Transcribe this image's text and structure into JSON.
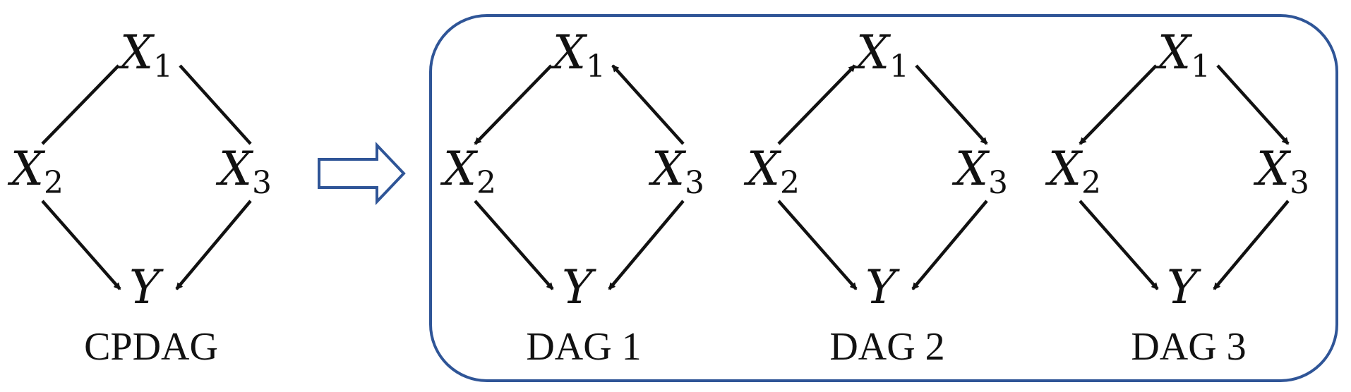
{
  "graphs": [
    {
      "caption": "CPDAG",
      "nodes": {
        "x1": {
          "base": "X",
          "sub": "1"
        },
        "x2": {
          "base": "X",
          "sub": "2"
        },
        "x3": {
          "base": "X",
          "sub": "3"
        },
        "y": {
          "base": "Y",
          "sub": ""
        }
      },
      "edges": [
        {
          "from": "x1",
          "to": "x2",
          "directed": false
        },
        {
          "from": "x1",
          "to": "x3",
          "directed": false
        },
        {
          "from": "x2",
          "to": "y",
          "directed": true
        },
        {
          "from": "x3",
          "to": "y",
          "directed": true
        }
      ]
    },
    {
      "caption": "DAG 1",
      "nodes": {
        "x1": {
          "base": "X",
          "sub": "1"
        },
        "x2": {
          "base": "X",
          "sub": "2"
        },
        "x3": {
          "base": "X",
          "sub": "3"
        },
        "y": {
          "base": "Y",
          "sub": ""
        }
      },
      "edges": [
        {
          "from": "x1",
          "to": "x2",
          "directed": true
        },
        {
          "from": "x3",
          "to": "x1",
          "directed": true
        },
        {
          "from": "x2",
          "to": "y",
          "directed": true
        },
        {
          "from": "x3",
          "to": "y",
          "directed": true
        }
      ]
    },
    {
      "caption": "DAG 2",
      "nodes": {
        "x1": {
          "base": "X",
          "sub": "1"
        },
        "x2": {
          "base": "X",
          "sub": "2"
        },
        "x3": {
          "base": "X",
          "sub": "3"
        },
        "y": {
          "base": "Y",
          "sub": ""
        }
      },
      "edges": [
        {
          "from": "x2",
          "to": "x1",
          "directed": true
        },
        {
          "from": "x1",
          "to": "x3",
          "directed": true
        },
        {
          "from": "x2",
          "to": "y",
          "directed": true
        },
        {
          "from": "x3",
          "to": "y",
          "directed": true
        }
      ]
    },
    {
      "caption": "DAG 3",
      "nodes": {
        "x1": {
          "base": "X",
          "sub": "1"
        },
        "x2": {
          "base": "X",
          "sub": "2"
        },
        "x3": {
          "base": "X",
          "sub": "3"
        },
        "y": {
          "base": "Y",
          "sub": ""
        }
      },
      "edges": [
        {
          "from": "x1",
          "to": "x2",
          "directed": true
        },
        {
          "from": "x1",
          "to": "x3",
          "directed": true
        },
        {
          "from": "x2",
          "to": "y",
          "directed": true
        },
        {
          "from": "x3",
          "to": "y",
          "directed": true
        }
      ]
    }
  ],
  "colors": {
    "ink": "#111111",
    "accent": "#2f5597"
  }
}
